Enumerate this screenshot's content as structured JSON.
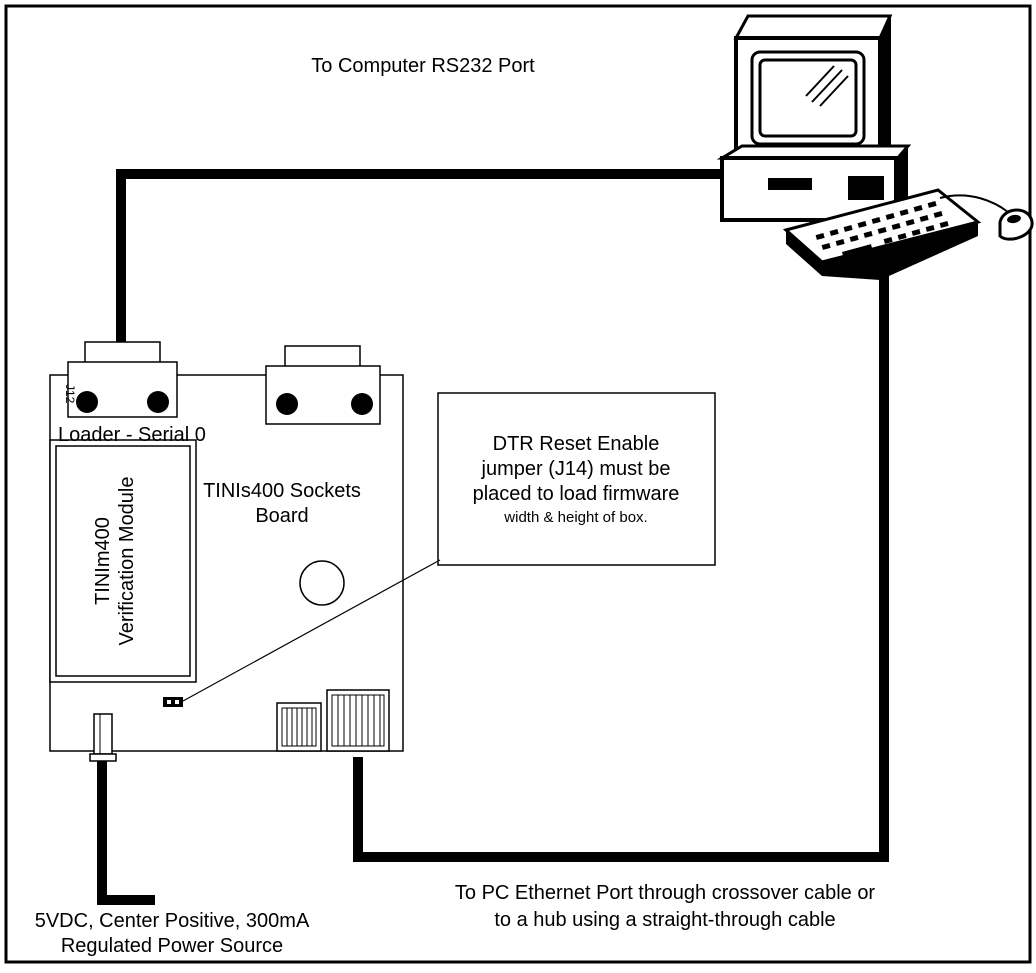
{
  "labels": {
    "rs232": "To Computer RS232 Port",
    "j12": "J12",
    "loader": "Loader - Serial 0",
    "board_line1": "TINIs400 Sockets",
    "board_line2": "Board",
    "module_line1": "TINIm400",
    "module_line2": "Verification Module",
    "note_line1": "DTR Reset Enable",
    "note_line2": "jumper (J14) must be",
    "note_line3": "placed to load firmware",
    "note_line4": "width & height of box.",
    "ethernet_line1": "To PC Ethernet Port through crossover cable or",
    "ethernet_line2": "to a hub using a straight-through cable",
    "power_line1": "5VDC, Center Positive, 300mA",
    "power_line2": "Regulated Power Source"
  },
  "colors": {
    "ink": "#000000",
    "paper": "#ffffff"
  },
  "icons": [
    "computer-monitor-icon",
    "keyboard-icon",
    "mouse-icon",
    "serial-connector-icon",
    "ethernet-jack-icon",
    "power-jack-icon",
    "jumper-icon"
  ]
}
